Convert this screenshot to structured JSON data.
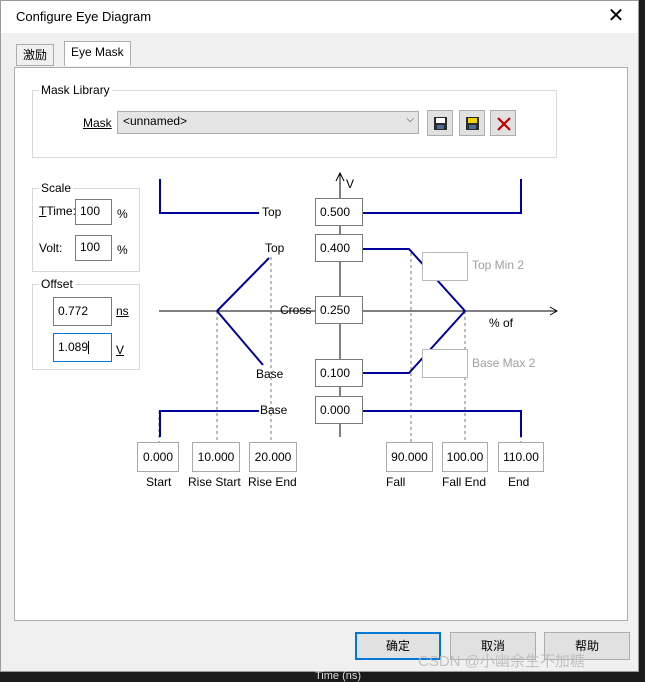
{
  "window": {
    "title": "Configure Eye Diagram"
  },
  "tabs": [
    "激励",
    "Eye Mask"
  ],
  "mask_library": {
    "group_label": "Mask Library",
    "mask_label": "Mask",
    "mask_value": "<unnamed>"
  },
  "scale": {
    "group_label": "Scale",
    "time_label": "Time:",
    "time_value": "100",
    "time_unit": "%",
    "volt_label": "Volt:",
    "volt_value": "100",
    "volt_unit": "%"
  },
  "offset": {
    "group_label": "Offset",
    "time_value": "0.772",
    "time_unit": "ns",
    "volt_value": "1.089",
    "volt_unit": "V"
  },
  "diagram": {
    "axis_v": "V",
    "axis_pct": "% of",
    "top_outer": "Top",
    "top_inner": "Top",
    "cross": "Cross",
    "base_inner": "Base",
    "base_outer": "Base",
    "v_top_outer": "0.500",
    "v_top_inner": "0.400",
    "v_cross": "0.250",
    "v_base_inner": "0.100",
    "v_base_outer": "0.000",
    "top_min_label": "Top Min 2",
    "base_max_label": "Base Max 2",
    "t_start": "0.000",
    "t_rise_start": "10.000",
    "t_rise_end": "20.000",
    "t_fall": "90.000",
    "t_fall_end": "100.00",
    "t_end": "110.00",
    "lbl_start": "Start",
    "lbl_rise_start": "Rise Start",
    "lbl_rise_end": "Rise End",
    "lbl_fall": "Fall",
    "lbl_fall_end": "Fall End",
    "lbl_end": "End"
  },
  "buttons": {
    "ok": "确定",
    "cancel": "取消",
    "help": "帮助"
  },
  "watermark": "CSDN @小幽余生不加糖",
  "background_label": "Time (ns)",
  "colors": {
    "trace": "#00009c",
    "accent": "#0078d7"
  }
}
